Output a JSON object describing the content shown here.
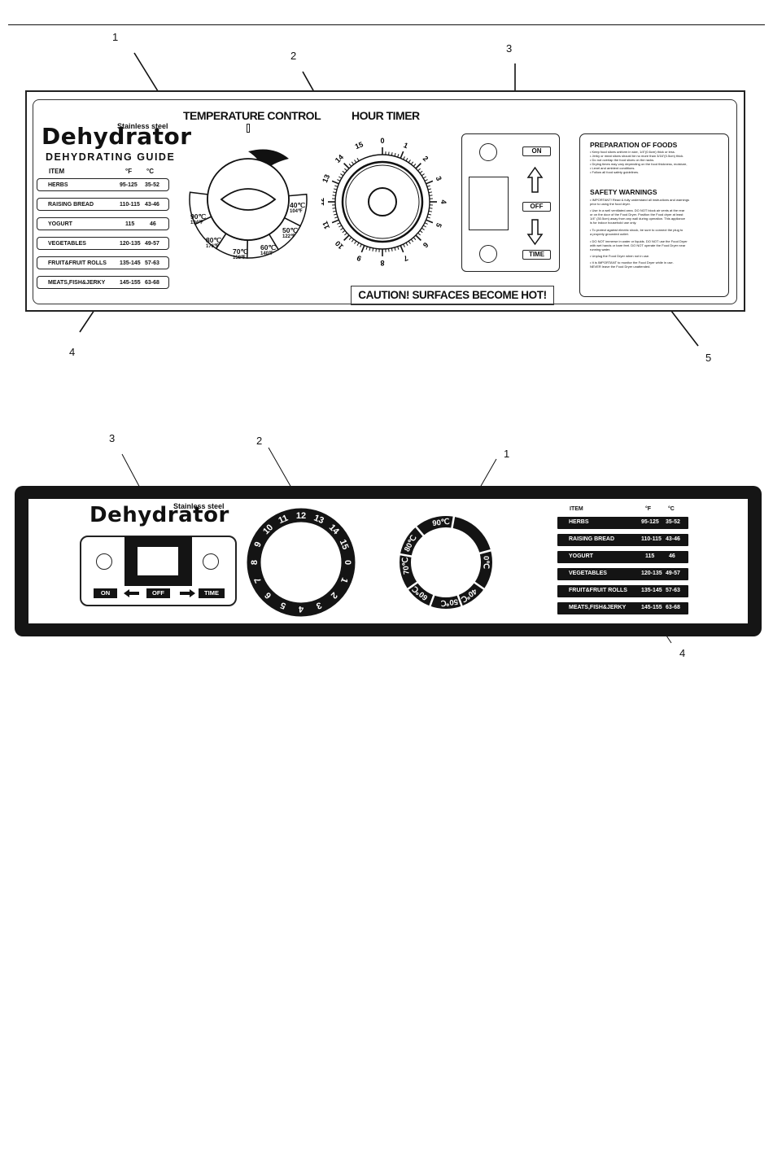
{
  "top_panel": {
    "brand_small": "Stainless steel",
    "brand_big": "Dehydrator",
    "guide_title": "DEHYDRATING  GUIDE",
    "guide_headers": {
      "item": "ITEM",
      "f": "°F",
      "c": "°C"
    },
    "guide_rows": [
      {
        "item": "HERBS",
        "f": "95-125",
        "c": "35-52"
      },
      {
        "item": "RAISING BREAD",
        "f": "110-115",
        "c": "43-46"
      },
      {
        "item": "YOGURT",
        "f": "115",
        "c": "46"
      },
      {
        "item": "VEGETABLES",
        "f": "120-135",
        "c": "49-57"
      },
      {
        "item": "FRUIT&FRUIT ROLLS",
        "f": "135-145",
        "c": "57-63"
      },
      {
        "item": "MEATS,FISH&JERKY",
        "f": "145-155",
        "c": "63-68"
      }
    ],
    "temperature_title": "TEMPERATURE CONTROL",
    "timer_title": "HOUR TIMER",
    "temp_segments": [
      {
        "c": "40℃",
        "f": "104℉"
      },
      {
        "c": "50℃",
        "f": "122℉"
      },
      {
        "c": "60℃",
        "f": "140℉"
      },
      {
        "c": "70℃",
        "f": "158℉"
      },
      {
        "c": "80℃",
        "f": "176℉"
      },
      {
        "c": "90℃",
        "f": "194℉"
      }
    ],
    "timer_numbers": [
      "0",
      "1",
      "2",
      "3",
      "4",
      "5",
      "6",
      "7",
      "8",
      "9",
      "10",
      "11",
      "12",
      "13",
      "14",
      "15"
    ],
    "buttons": {
      "on": "ON",
      "off": "OFF",
      "time": "TIME"
    },
    "prep_title": "PREPARATION OF FOODS",
    "prep_items": [
      "• Keep food slices uniform in size, 1/4\"(0.6cm) thick or less.",
      "• Jerky or meat slices should be no more than 3/16\"(0.5cm) thick.",
      "• Do not overlap the food slices on the racks.",
      "• Drying times may vary depending on the food thickness, moisture,",
      "• Level and ambient conditions.",
      "• Follow all food safety guidelines."
    ],
    "safety_title": "SAFETY WARNINGS",
    "safety_items": [
      "• IMPORTANT! Read & fully understand all instructions and warnings",
      "prior to using the food dryer.",
      "• Use in a well ventilated area. DO NOT block air vents at the rear",
      "or on the door of the Food Dryer. Position the Food dryer at least",
      "1/4\" (30.5cm) away from any wall during operation. This appliance",
      "is for indoor household use only.",
      "• To protect against electric shock, be sure to connect the plug to",
      "a properly grounded outlet.",
      "• DO NOT immerse in water or liquids. DO NOT use the Food Dryer",
      "with wet hands or bare feet. DO NOT operate the Food Dryer near",
      "running water.",
      "• Unplug the Food Dryer when not in use.",
      "• It is IMPORTANT to monitor the Food Dryer while in use.",
      "NEVER leave the Food Dryer unattended."
    ],
    "caution": "CAUTION! SURFACES BECOME HOT!",
    "callouts": [
      "1",
      "2",
      "3",
      "4",
      "5"
    ]
  },
  "bottom_panel": {
    "brand_small": "Stainless steel",
    "brand_big": "Dehydrator",
    "buttons": {
      "on": "ON",
      "off": "OFF",
      "time": "TIME"
    },
    "timer_numbers": [
      "0",
      "1",
      "2",
      "3",
      "4",
      "5",
      "6",
      "7",
      "8",
      "9",
      "10",
      "11",
      "12",
      "13",
      "14",
      "15"
    ],
    "temp_labels": [
      "90℃",
      "80℃",
      "70℃",
      "60℃",
      "50℃",
      "40℃",
      "0℃"
    ],
    "guide_headers": {
      "item": "ITEM",
      "f": "°F",
      "c": "°C"
    },
    "guide_rows": [
      {
        "item": "HERBS",
        "f": "95-125",
        "c": "35-52"
      },
      {
        "item": "RAISING BREAD",
        "f": "110-115",
        "c": "43-46"
      },
      {
        "item": "YOGURT",
        "f": "115",
        "c": "46"
      },
      {
        "item": "VEGETABLES",
        "f": "120-135",
        "c": "49-57"
      },
      {
        "item": "FRUIT&FRUIT  ROLLS",
        "f": "135-145",
        "c": "57-63"
      },
      {
        "item": "MEATS,FISH&JERKY",
        "f": "145-155",
        "c": "63-68"
      }
    ],
    "callouts": [
      "3",
      "2",
      "1",
      "4"
    ]
  }
}
